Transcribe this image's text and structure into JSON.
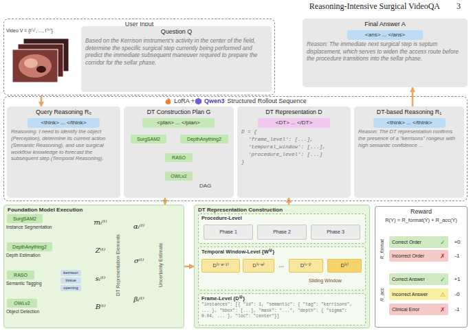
{
  "diagram": {
    "nodes": [
      {
        "text": [
          "User Input"
        ]
      },
      {
        "text": [
          "Question Q",
          "Based on the Kerrison instrument's activity in the center of the field, determine the specific surgical step currently being performed and predict the immediate subsequent maneuver required to prepare the corridor for the sellar phase."
        ],
        "in": 0
      },
      {
        "text": [
          "Final Answer A",
          "Reason: The immediate next surgical step is septum displacement, which serves to widen the access route before the procedure transitions into the sellar phase."
        ]
      },
      {
        "text": [
          "<ans> ... </ans>"
        ],
        "in": 2
      },
      {
        "text": [
          "LoRA +",
          "Qwen3",
          "Structured Rollout Sequence"
        ]
      },
      {
        "text": [
          "Query Reasoning R₀",
          "Reasoning: I need to identify the object (Perception), determine its current action (Semantic Reasoning), and use surgical workflow knowledge to forecast the subsequent step (Temporal Reasoning)."
        ],
        "in": 4
      },
      {
        "text": [
          "<think> ... </think>"
        ],
        "in": 5
      },
      {
        "text": [
          "DT Construction Plan G"
        ],
        "in": 4
      },
      {
        "text": [
          "<plan> ... </plan>"
        ],
        "in": 7
      },
      {
        "text": [
          "SurgSAM2"
        ],
        "in": 7
      },
      {
        "text": [
          "DepthAnything2"
        ],
        "in": 7
      },
      {
        "text": [
          "RASO"
        ],
        "in": 7
      },
      {
        "text": [
          "OWLv2"
        ],
        "in": 7
      },
      {
        "text": [
          "DT Representation D",
          "D = {",
          "'frame_level': [...],",
          "'temporal_window': [...],",
          "'procedure_level': [...]",
          "}"
        ],
        "in": 4
      },
      {
        "text": [
          "<DT> ... </DT>"
        ],
        "in": 13
      },
      {
        "text": [
          "DT-based Reasoning R₁",
          "Reason: The DT representation confirms the presence of a \"kerrisons\" rongeur with high semantic confidence ..."
        ],
        "in": 4
      },
      {
        "text": [
          "<think> ... </think>"
        ],
        "in": 15
      },
      {
        "text": [
          "Foundation Model Execution"
        ]
      },
      {
        "text": [
          "SurgSAM2"
        ],
        "in": 17
      },
      {
        "text": [
          "DepthAnything2"
        ],
        "in": 17
      },
      {
        "text": [
          "RASO"
        ],
        "in": 17
      },
      {
        "text": [
          "kerrison"
        ],
        "in": 17
      },
      {
        "text": [
          "tissue"
        ],
        "in": 17
      },
      {
        "text": [
          "opening"
        ],
        "in": 17
      },
      {
        "text": [
          "OWLv2"
        ],
        "in": 17
      },
      {
        "text": [
          "DT Representation Construction"
        ]
      },
      {
        "text": [
          "Procedure-Level"
        ],
        "in": 25
      },
      {
        "text": [
          "Phase 1"
        ],
        "in": 26
      },
      {
        "text": [
          "Phase 2"
        ],
        "in": 26
      },
      {
        "text": [
          "Phase 3"
        ],
        "in": 26
      },
      {
        "text": [
          "Temporal Window-Level {W⁽ᵗ⁾}"
        ],
        "in": 25
      },
      {
        "text": [
          "D⁽ᵗ⁻ʷ⁻¹⁾"
        ],
        "in": 30
      },
      {
        "text": [
          "D⁽ᵗ⁻ʷ⁾"
        ],
        "in": 30
      },
      {
        "text": [
          "D⁽ᵗ⁻¹⁾"
        ],
        "in": 30
      },
      {
        "text": [
          "D⁽ᵗ⁾"
        ],
        "in": 30
      },
      {
        "text": [
          "Frame-Level {D⁽ᵗ⁾}",
          "\"instances\": [{ \"id\": 1, \"semantic\": { \"tag\": \"kerrisons\", ... }, \"bbox\": [...], \"mask\": \"...\", \"depth\": { \"sigma\": 0.04, ... }, \"loc\": \"center\"}]"
        ],
        "in": 25
      },
      {
        "text": [
          "Reward",
          "R(Y) = R_format(Y) + R_acc(Y)"
        ]
      },
      {
        "text": [
          "Correct Order",
          "✓"
        ],
        "in": 36
      },
      {
        "text": [
          "Incorrect Order",
          "✗"
        ],
        "in": 36
      },
      {
        "text": [
          "Correct Answer",
          "✓"
        ],
        "in": 36
      },
      {
        "text": [
          "Incorrect Answer",
          "⚠"
        ],
        "in": 36
      },
      {
        "text": [
          "Clinical Error",
          "✗"
        ],
        "in": 36
      }
    ],
    "edges": [
      {
        "from": 0,
        "to": 5,
        "arrow": "to"
      },
      {
        "from": 7,
        "to": 17,
        "arrow": "to"
      },
      {
        "from": 17,
        "to": 25,
        "arrow": "to"
      },
      {
        "from": 25,
        "to": 13,
        "arrow": "to"
      },
      {
        "from": 15,
        "to": 2,
        "arrow": "to"
      },
      {
        "from": 9,
        "to": 10,
        "arrow": "to"
      },
      {
        "from": 9,
        "to": 11,
        "arrow": "to"
      },
      {
        "from": 10,
        "to": 11,
        "arrow": "to"
      },
      {
        "from": 11,
        "to": 12,
        "arrow": "to"
      }
    ],
    "labels": [
      "Reasoning-Intensive Surgical VideoQA",
      "3",
      "Video V = {I⁽¹⁾, ..., I⁽ᵀ⁾}",
      "DAG",
      "Instance Segmentation",
      "Depth Estimation",
      "Semantic Tagging",
      "Object Detection",
      "mᵢ⁽ᵗ⁾",
      "Z⁽ᵗ⁾",
      "sᵢ⁽ᵗ⁾",
      "B⁽ᵗ⁾",
      "DT Representation Elements",
      "αᵢ⁽ᵗ⁾",
      "σ⁽ᵗ⁾",
      "βᵢ⁽ᵗ⁾",
      "Uncertainty Estimate",
      "...",
      "Sliding Window",
      "R_format",
      "R_acc",
      "+0",
      "-1",
      "+1",
      "-0",
      "-1"
    ]
  }
}
